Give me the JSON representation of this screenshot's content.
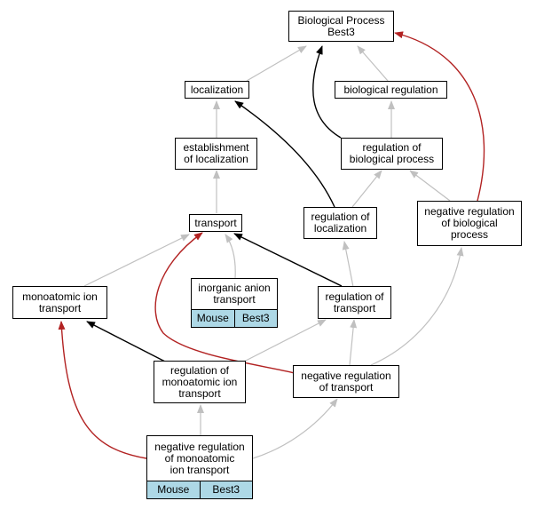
{
  "nodes": {
    "bp": {
      "lines": [
        "Biological Process",
        "Best3"
      ]
    },
    "localization": {
      "lines": [
        "localization"
      ]
    },
    "bioreg": {
      "lines": [
        "biological regulation"
      ]
    },
    "estloc": {
      "lines": [
        "establishment",
        "of localization"
      ]
    },
    "regbp": {
      "lines": [
        "regulation of",
        "biological process"
      ]
    },
    "transport": {
      "lines": [
        "transport"
      ]
    },
    "regloc": {
      "lines": [
        "regulation of",
        "localization"
      ]
    },
    "negregbp": {
      "lines": [
        "negative regulation",
        "of biological",
        "process"
      ]
    },
    "maiontransport": {
      "lines": [
        "monoatomic ion",
        "transport"
      ]
    },
    "inorganic": {
      "lines": [
        "inorganic anion",
        "transport"
      ],
      "tags": [
        "Mouse",
        "Best3"
      ]
    },
    "regtransport": {
      "lines": [
        "regulation of",
        "transport"
      ]
    },
    "regmaion": {
      "lines": [
        "regulation of",
        "monoatomic ion",
        "transport"
      ]
    },
    "negregtransport": {
      "lines": [
        "negative regulation",
        "of transport"
      ]
    },
    "negregmaion": {
      "lines": [
        "negative regulation",
        "of monoatomic",
        "ion transport"
      ],
      "tags": [
        "Mouse",
        "Best3"
      ]
    }
  },
  "colors": {
    "is_a_edge": "#c0c0c0",
    "part_of_edge": "#000000",
    "negatively_regulates_edge": "#b22222",
    "tag_fill": "#add8e6"
  }
}
